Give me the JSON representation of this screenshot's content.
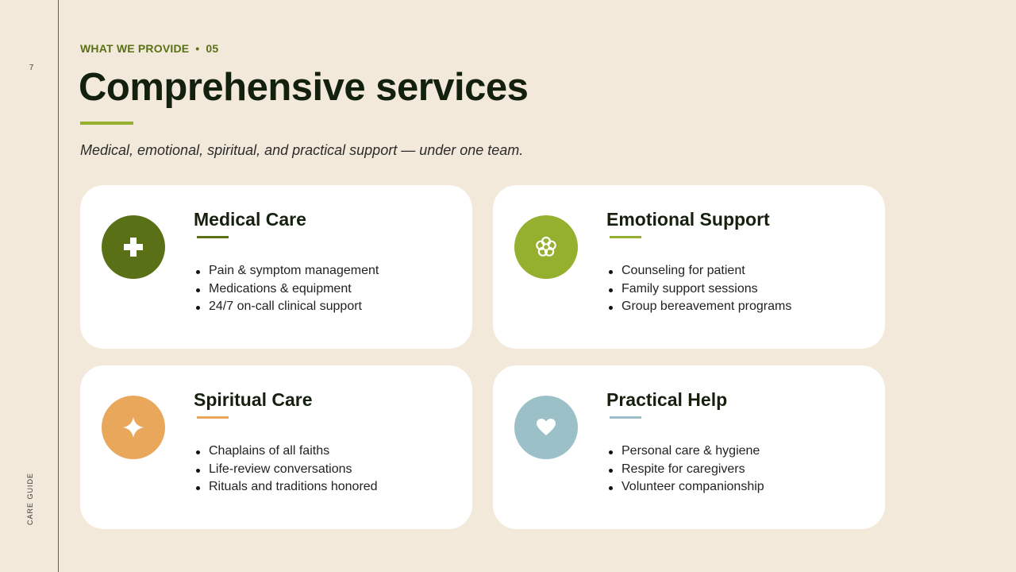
{
  "page_number": "7",
  "side_label": "CARE GUIDE",
  "header": {
    "eyebrow_section": "WHAT WE PROVIDE",
    "eyebrow_separator": "•",
    "eyebrow_number": "05",
    "title": "Comprehensive services",
    "subtitle": "Medical, emotional, spiritual, and practical support — under one team."
  },
  "colors": {
    "background": "#f2e9da",
    "accent_dark_green": "#5a7016",
    "accent_light_green": "#94b02e",
    "accent_orange": "#e9a75c",
    "accent_blue": "#9bc0c8"
  },
  "cards": [
    {
      "title": "Medical Care",
      "icon": "medical-cross-icon",
      "color": "#5a7016",
      "bullets": [
        "Pain & symptom management",
        "Medications & equipment",
        "24/7 on-call clinical support"
      ]
    },
    {
      "title": "Emotional Support",
      "icon": "flower-icon",
      "color": "#94b02e",
      "bullets": [
        "Counseling for patient",
        "Family support sessions",
        "Group bereavement programs"
      ]
    },
    {
      "title": "Spiritual Care",
      "icon": "sparkle-icon",
      "color": "#e9a75c",
      "bullets": [
        "Chaplains of all faiths",
        "Life-review conversations",
        "Rituals and traditions honored"
      ]
    },
    {
      "title": "Practical Help",
      "icon": "heart-icon",
      "color": "#9bc0c8",
      "bullets": [
        "Personal care & hygiene",
        "Respite for caregivers",
        "Volunteer companionship"
      ]
    }
  ]
}
